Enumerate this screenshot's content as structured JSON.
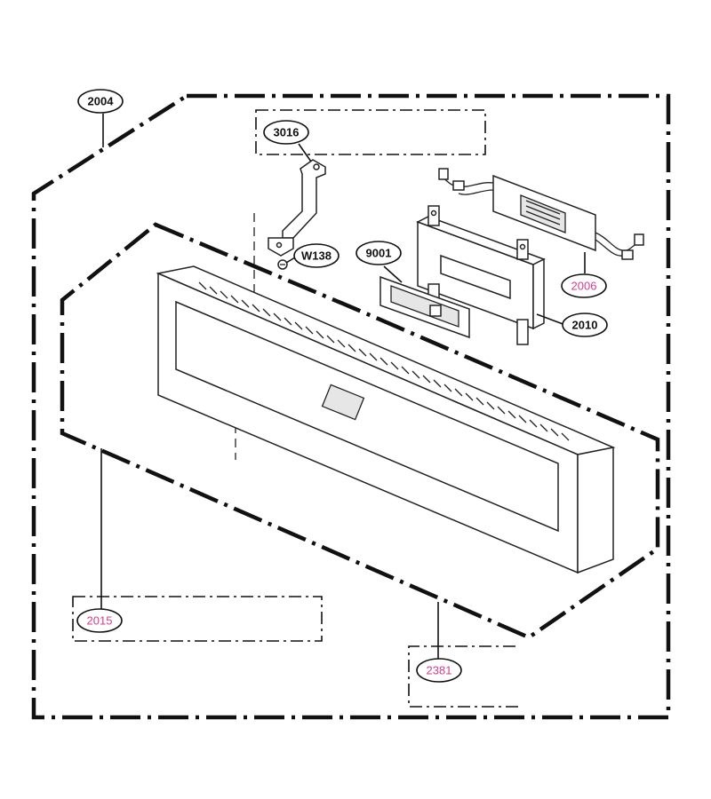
{
  "callouts": {
    "c2004": "2004",
    "c3016": "3016",
    "cW138": "W138",
    "c9001": "9001",
    "c2006": "2006",
    "c2010": "2010",
    "c2015": "2015",
    "c2381": "2381"
  },
  "colors": {
    "line": "#111111",
    "highlight_label": "#d63c8f"
  }
}
